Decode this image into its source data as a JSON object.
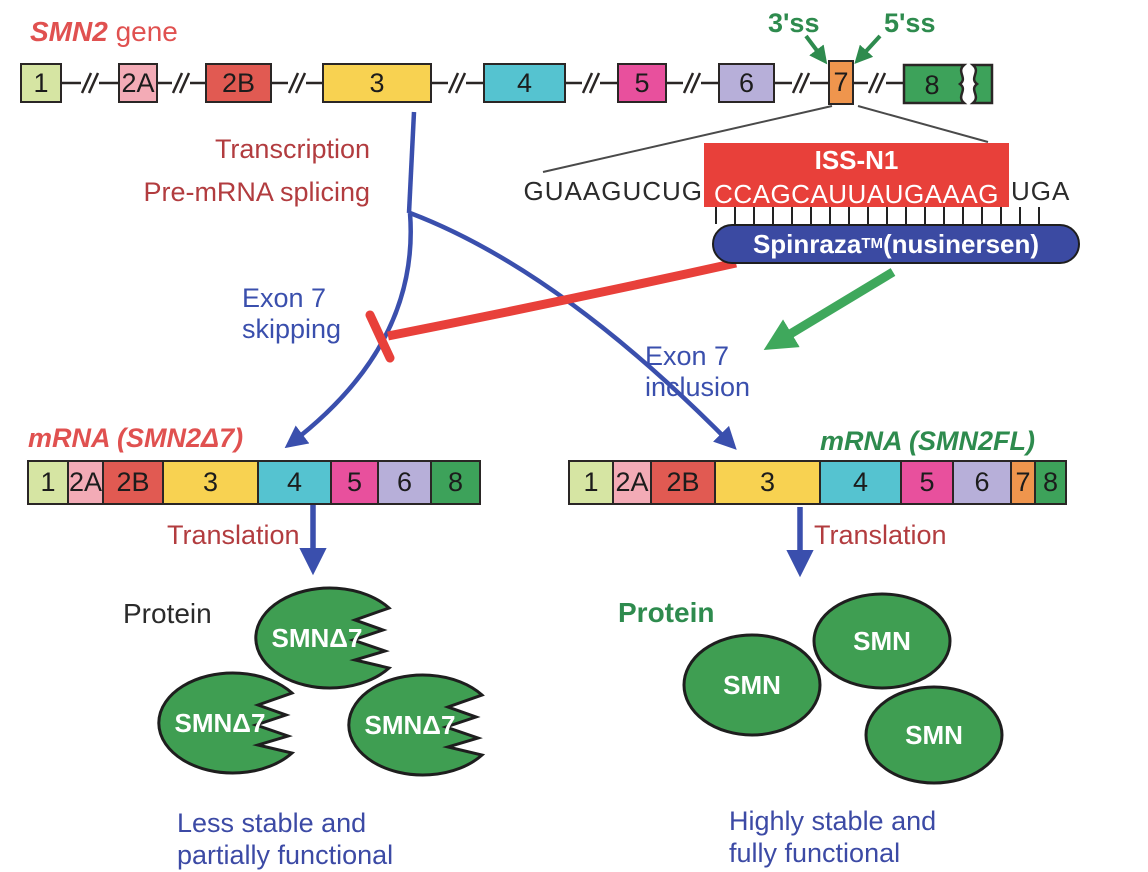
{
  "gene": {
    "name": "SMN2",
    "name_suffix": " gene",
    "splice_site_3": "3'ss",
    "splice_site_5": "5'ss",
    "exons": [
      {
        "label": "1",
        "color": "#d6e5a3"
      },
      {
        "label": "2A",
        "color": "#f3abb6"
      },
      {
        "label": "2B",
        "color": "#e15a52"
      },
      {
        "label": "3",
        "color": "#f8d251"
      },
      {
        "label": "4",
        "color": "#55c3d0"
      },
      {
        "label": "5",
        "color": "#e8509d"
      },
      {
        "label": "6",
        "color": "#b7afd9"
      },
      {
        "label": "7",
        "color": "#ef954d"
      },
      {
        "label": "8",
        "color": "#3da25a"
      }
    ]
  },
  "process": {
    "line1": "Transcription",
    "line2": "Pre-mRNA splicing"
  },
  "sequence": {
    "upstream": "GUAAGUCUG",
    "iss_label": "ISS-N1",
    "iss_seq": "CCAGCAUUAUGAAAG",
    "downstream": "UGA"
  },
  "drug": {
    "name": "Spinraza",
    "tm": "TM",
    "suffix": " (nusinersen)"
  },
  "splicing": {
    "skipping_line1": "Exon 7",
    "skipping_line2": "skipping",
    "inclusion_line1": "Exon 7",
    "inclusion_line2": "inclusion"
  },
  "mrna_d7": {
    "label": "mRNA (SMN2Δ7)",
    "translation_label": "Translation",
    "exons": [
      {
        "label": "1",
        "color": "#d6e5a3"
      },
      {
        "label": "2A",
        "color": "#f3abb6"
      },
      {
        "label": "2B",
        "color": "#e15a52"
      },
      {
        "label": "3",
        "color": "#f8d251"
      },
      {
        "label": "4",
        "color": "#55c3d0"
      },
      {
        "label": "5",
        "color": "#e8509d"
      },
      {
        "label": "6",
        "color": "#b7afd9"
      },
      {
        "label": "8",
        "color": "#3da25a"
      }
    ]
  },
  "mrna_fl": {
    "label": "mRNA (SMN2FL)",
    "translation_label": "Translation",
    "exons": [
      {
        "label": "1",
        "color": "#d6e5a3"
      },
      {
        "label": "2A",
        "color": "#f3abb6"
      },
      {
        "label": "2B",
        "color": "#e15a52"
      },
      {
        "label": "3",
        "color": "#f8d251"
      },
      {
        "label": "4",
        "color": "#55c3d0"
      },
      {
        "label": "5",
        "color": "#e8509d"
      },
      {
        "label": "6",
        "color": "#b7afd9"
      },
      {
        "label": "7",
        "color": "#ef954d"
      },
      {
        "label": "8",
        "color": "#3da25a"
      }
    ]
  },
  "protein_left": {
    "label": "Protein",
    "units": [
      "SMNΔ7",
      "SMNΔ7",
      "SMNΔ7"
    ],
    "caption_line1": "Less stable and",
    "caption_line2": "partially functional"
  },
  "protein_right": {
    "label": "Protein",
    "units": [
      "SMN",
      "SMN",
      "SMN"
    ],
    "caption_line1": "Highly stable and",
    "caption_line2": "fully functional"
  },
  "colors": {
    "red_label": "#e05150",
    "brick_red_text": "#b23c3f",
    "blue_arrow": "#3a4fad",
    "green_text": "#2e8b4e",
    "green_arrow": "#3fa85c",
    "inhibitor_red": "#e8403a",
    "iss_box_red": "#e8403a",
    "drug_pill_blue": "#3b4aa2",
    "protein_green": "#3f9e52"
  }
}
